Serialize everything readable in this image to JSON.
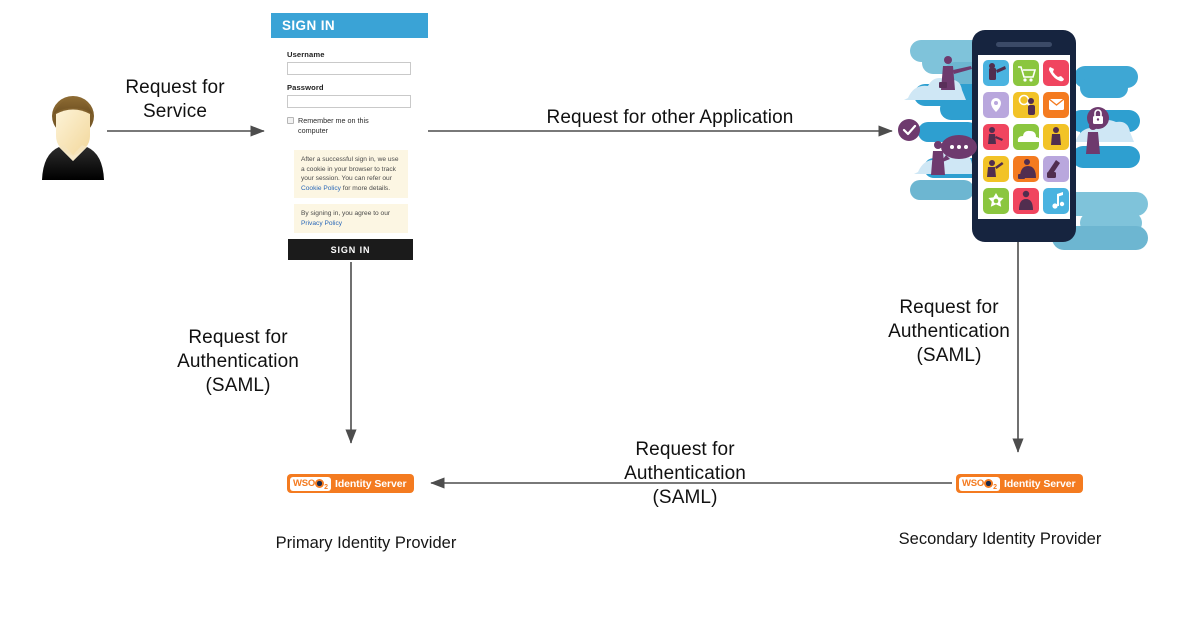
{
  "diagram": {
    "title": "Federated SAML authentication flow",
    "background": "#ffffff",
    "arrow_color": "#4d4d4d"
  },
  "actors": {
    "user": {
      "name": "user-avatar",
      "icon": "person-icon"
    },
    "primary_idp": {
      "caption": "Primary Identity Provider",
      "logo_text": "Identity Server",
      "logo_mark": "WSO",
      "logo_sub": "2"
    },
    "secondary_idp": {
      "caption": "Secondary Identity Provider",
      "logo_text": "Identity Server",
      "logo_mark": "WSO",
      "logo_sub": "2"
    },
    "mobile_app": {
      "name": "mobile-application",
      "icon": "smartphone-apps-illustration"
    }
  },
  "signin_form": {
    "header": "SIGN IN",
    "username_label": "Username",
    "username_value": "",
    "username_placeholder": "",
    "password_label": "Password",
    "password_value": "",
    "password_placeholder": "",
    "remember_label": "Remember me on this computer",
    "cookie_notice_1a": "After a successful sign in, we use a cookie in your browser to track your session. You can refer our ",
    "cookie_notice_link1": "Cookie Policy",
    "cookie_notice_1b": " for more details.",
    "cookie_notice_2a": "By signing in, you agree to our ",
    "cookie_notice_link2": "Privacy Policy",
    "submit_label": "SIGN IN",
    "header_color": "#3aa3d6",
    "submit_color": "#1b1b1b"
  },
  "flows": [
    {
      "id": "request-for-service",
      "label": "Request for\nService",
      "direction": "right"
    },
    {
      "id": "request-for-other-application",
      "label": "Request for other Application",
      "direction": "right"
    },
    {
      "id": "primary-auth-request",
      "label": "Request for\nAuthentication\n(SAML)",
      "direction": "down"
    },
    {
      "id": "secondary-auth-request",
      "label": "Request for\nAuthentication\n(SAML)",
      "direction": "down"
    },
    {
      "id": "federated-auth-request",
      "label": "Request for\nAuthentication\n(SAML)",
      "direction": "left"
    }
  ],
  "phone_apps": [
    {
      "name": "app-telescope",
      "color": "#4ab3e0"
    },
    {
      "name": "app-cart",
      "color": "#8bc63f"
    },
    {
      "name": "app-phone",
      "color": "#f0455f"
    },
    {
      "name": "app-location-pin",
      "color": "#b9a7dd"
    },
    {
      "name": "app-search",
      "color": "#f2c327"
    },
    {
      "name": "app-mail",
      "color": "#f47b20"
    },
    {
      "name": "app-presenter",
      "color": "#f0455f"
    },
    {
      "name": "app-cloud",
      "color": "#8bc63f"
    },
    {
      "name": "app-person",
      "color": "#f2c327"
    },
    {
      "name": "app-pointing",
      "color": "#f2c327"
    },
    {
      "name": "app-briefcase",
      "color": "#f47b20"
    },
    {
      "name": "app-luggage",
      "color": "#b9a7dd"
    },
    {
      "name": "app-settings-gear",
      "color": "#8bc63f"
    },
    {
      "name": "app-profile",
      "color": "#f0455f"
    },
    {
      "name": "app-music",
      "color": "#4ab3e0"
    }
  ],
  "palette": {
    "cloud_light": "#7fc3da",
    "cloud_mid": "#2e9fd0",
    "cloud_pale": "#cfe7f5",
    "phone_body": "#16243f",
    "purple": "#6e3a6e",
    "orange": "#f47b20"
  }
}
